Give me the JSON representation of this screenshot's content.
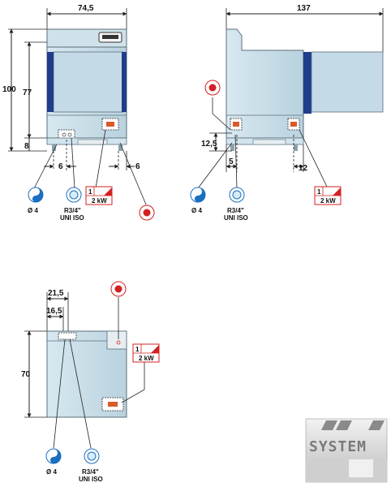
{
  "colors": {
    "body": "#c7dde8",
    "stroke": "#5b6f7a",
    "dark_panel": "#1f3d8c",
    "dim_line": "#222222",
    "red": "#d42020",
    "electric_box": "#d95a2a",
    "water_blue": "#1a6fc0"
  },
  "views": {
    "front": {
      "width_label": "74,5",
      "height_total_label": "100",
      "height_body_label": "77",
      "height_base_label": "8",
      "left_offset_label": "6",
      "right_offset_label": "6"
    },
    "side": {
      "depth_label": "137",
      "height_label": "12,5",
      "offset_left_label": "5",
      "offset_right_label": "12"
    },
    "back": {
      "width_outer_label": "21,5",
      "width_inner_label": "16,5",
      "height_label": "70"
    }
  },
  "legend": {
    "drain_label": "Ø 4",
    "water_label_line1": "R3/4\"",
    "water_label_line2": "UNI ISO",
    "electric_phase": "1",
    "electric_power": "2 kW"
  },
  "brand": {
    "logo_text": "SYSTEM"
  }
}
